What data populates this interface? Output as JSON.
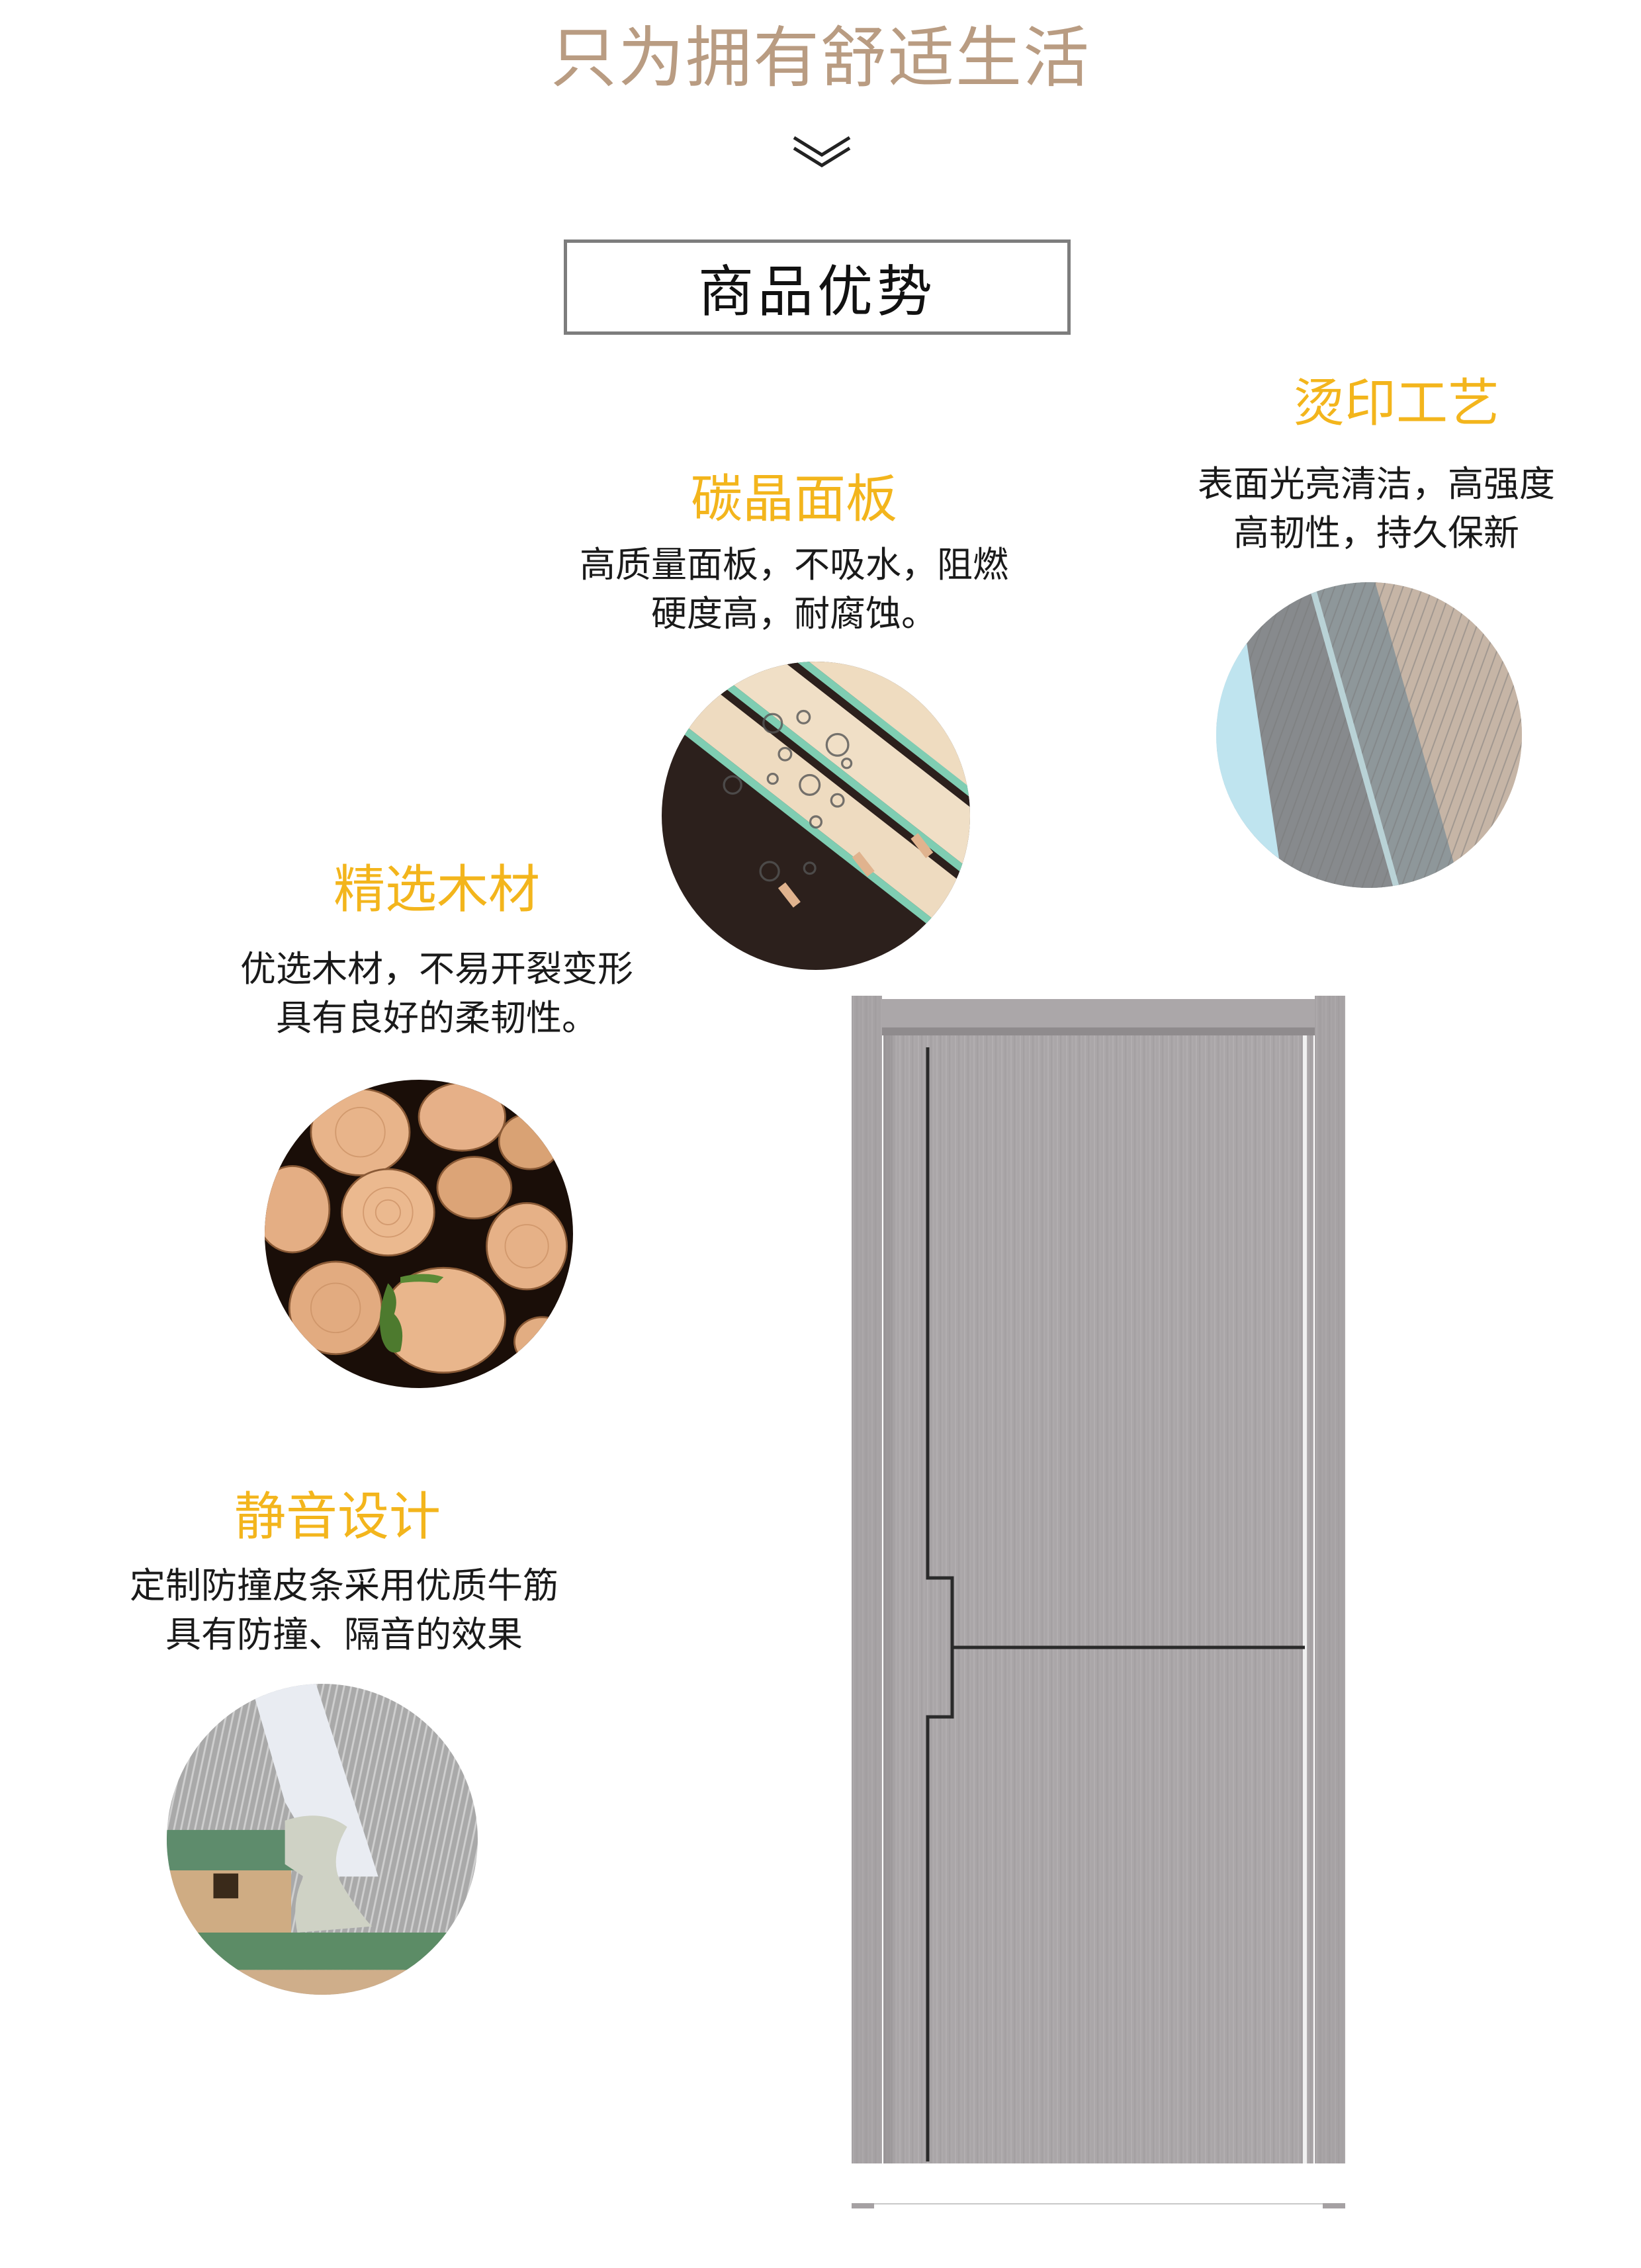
{
  "hero": {
    "title": "只为拥有舒适生活",
    "scroll_icon": "double-chevron-down-icon"
  },
  "section": {
    "title": "商品优势"
  },
  "features": [
    {
      "id": "hot-stamping",
      "title": "烫印工艺",
      "desc_lines": [
        "表面光亮清洁，高强度",
        "高韧性，持久保新"
      ],
      "image": "gray-woodgrain-edge-closeup"
    },
    {
      "id": "carbon-crystal-panel",
      "title": "碳晶面板",
      "desc_lines": [
        "高质量面板，不吸水，阻燃",
        "硬度高，耐腐蚀。"
      ],
      "image": "water-droplets-on-panel"
    },
    {
      "id": "selected-wood",
      "title": "精选木材",
      "desc_lines": [
        "优选木材，不易开裂变形",
        "具有良好的柔韧性。"
      ],
      "image": "stacked-log-ends"
    },
    {
      "id": "silent-design",
      "title": "静音设计",
      "desc_lines": [
        "定制防撞皮条采用优质牛筋",
        "具有防撞、隔音的效果"
      ],
      "image": "door-seal-strip-crosssection"
    }
  ],
  "product": {
    "image": "gray-woodgrain-interior-door",
    "colors": {
      "door_surface": "#a8a4a6",
      "groove": "#2a2a2a",
      "frame": "#9f9b9d"
    }
  },
  "colors": {
    "hero_title": "#b99c82",
    "feature_title": "#f3b51c",
    "body_text": "#1a1a1a",
    "box_border": "#7d7d7d"
  }
}
